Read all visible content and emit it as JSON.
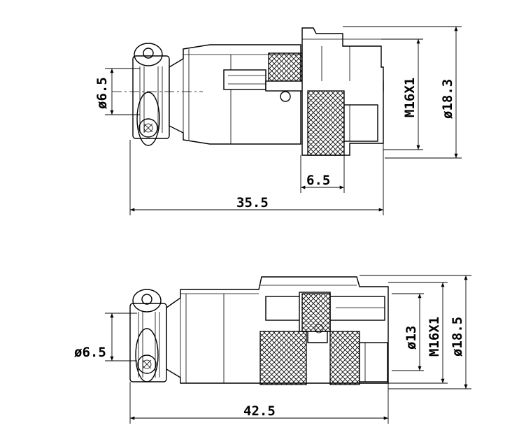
{
  "top_drawing": {
    "d_left": "ø6.5",
    "thread": "M16X1",
    "d_outer": "ø18.3",
    "nut_width": "6.5",
    "length": "35.5"
  },
  "bottom_drawing": {
    "d_left": "ø6.5",
    "d_inner": "ø13",
    "thread": "M16X1",
    "d_outer": "ø18.5",
    "length": "42.5"
  }
}
